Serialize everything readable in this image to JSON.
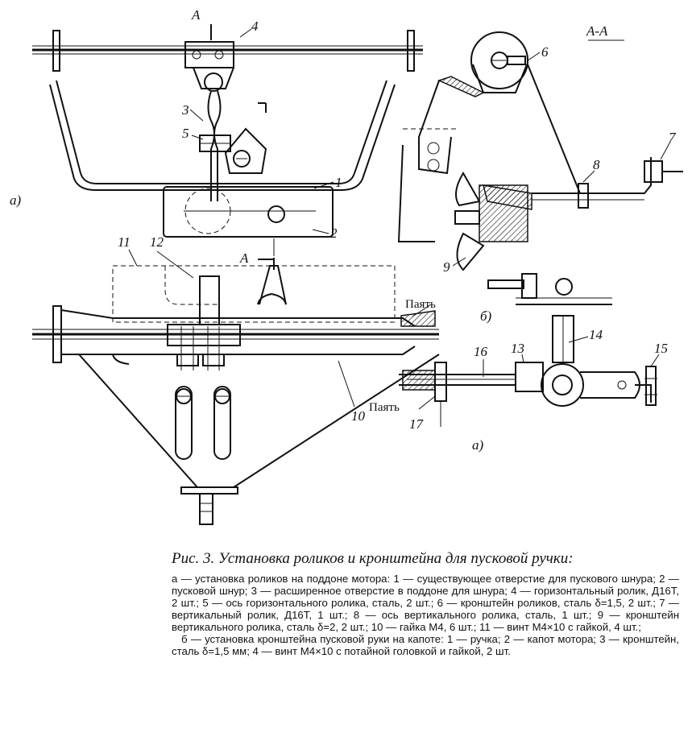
{
  "figure": {
    "section_mark": "А",
    "section_label": "А-А",
    "view_a_label_left": "а)",
    "view_a_label_right": "а)",
    "view_b_label": "б)",
    "solder_label_top": "Паять",
    "solder_label_bottom": "Паять",
    "part_labels": [
      "1",
      "2",
      "3",
      "4",
      "5",
      "6",
      "7",
      "8",
      "9",
      "10",
      "11",
      "12",
      "13",
      "14",
      "15",
      "16",
      "17"
    ]
  },
  "caption": {
    "title": "Рис. 3. Установка роликов и кронштейна для пусковой ручки:",
    "para_a": "а — установка роликов на поддоне мотора: 1 — существующее отверстие для пускового шнура; 2 — пусковой шнур; 3 — расширенное отверстие в поддоне для шнура; 4 — горизонтальный ролик, Д16Т, 2 шт.; 5 — ось горизонтального ролика, сталь, 2 шт.; 6 — кронштейн роликов, сталь δ=1,5, 2 шт.; 7 — вертикальный ролик, Д16Т, 1 шт.; 8 — ось вертикального ролика, сталь, 1 шт.; 9 — кронштейн вертикального ролика, сталь δ=2, 2 шт.; 10 — гайка М4, 6 шт.; 11 — винт М4×10 с гайкой, 4 шт.;",
    "para_b": "б — установка кронштейна пусковой руки на капоте: 1 — ручка; 2 — капот мотора; 3 — кронштейн, сталь δ=1,5 мм; 4 — винт М4×10 с потайной головкой и гайкой, 2 шт."
  }
}
